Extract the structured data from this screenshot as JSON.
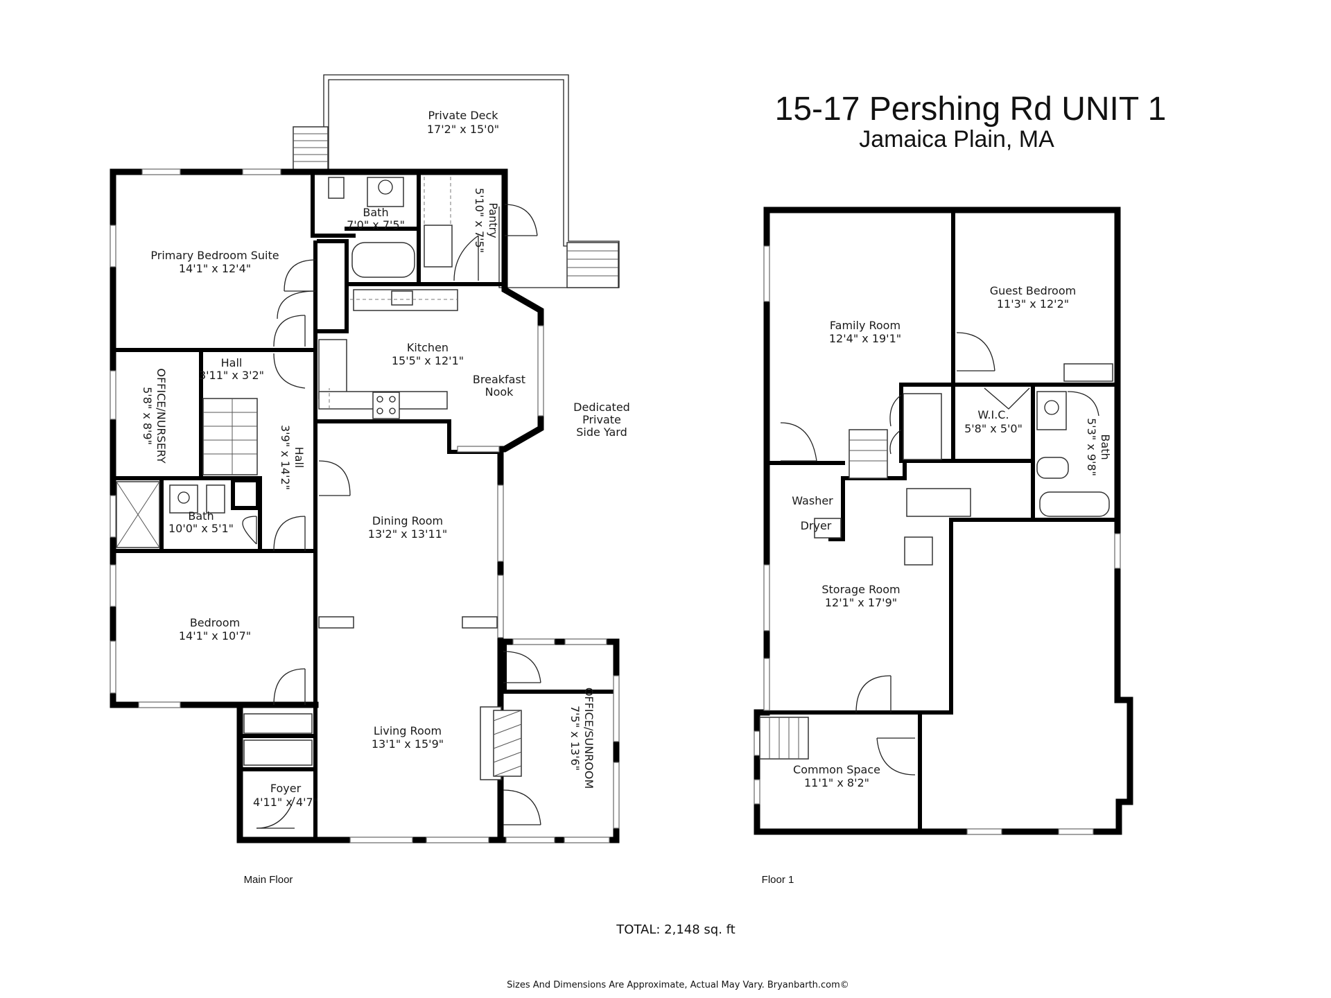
{
  "title": "15-17 Pershing Rd UNIT 1",
  "subtitle": "Jamaica Plain, MA",
  "floors": {
    "main": "Main Floor",
    "floor1": "Floor 1"
  },
  "total": "TOTAL:  2,148 sq. ft",
  "disclaimer": "Sizes And Dimensions Are Approximate, Actual May Vary. Bryanbarth.com©",
  "rooms": {
    "private_deck": {
      "name": "Private Deck",
      "dims": "17'2\" x 15'0\""
    },
    "bath_upper": {
      "name": "Bath",
      "dims": "7'0\" x 7'5\""
    },
    "pantry": {
      "name": "Pantry",
      "dims": "5'10\" x 7'5\""
    },
    "primary_bedroom": {
      "name": "Primary Bedroom Suite",
      "dims": "14'1\" x 12'4\""
    },
    "kitchen": {
      "name": "Kitchen",
      "dims": "15'5\" x 12'1\""
    },
    "breakfast_nook": {
      "name": "Breakfast",
      "name2": "Nook"
    },
    "side_yard": {
      "line1": "Dedicated",
      "line2": "Private",
      "line3": "Side Yard"
    },
    "hall_small": {
      "name": "Hall",
      "dims": "3'11\" x 3'2\""
    },
    "office_nursery": {
      "name": "OFFICE/NURSERY",
      "dims": "5'8\" x 8'9\""
    },
    "hall_long": {
      "name": "Hall",
      "dims": "3'9\" x 14'2\""
    },
    "bath_main": {
      "name": "Bath",
      "dims": "10'0\" x 5'1\""
    },
    "dining_room": {
      "name": "Dining Room",
      "dims": "13'2\" x 13'11\""
    },
    "bedroom": {
      "name": "Bedroom",
      "dims": "14'1\" x 10'7\""
    },
    "living_room": {
      "name": "Living Room",
      "dims": "13'1\" x 15'9\""
    },
    "office_sunroom": {
      "name": "OFFICE/SUNROOM",
      "dims": "7'5\" x 13'6\""
    },
    "foyer": {
      "name": "Foyer",
      "dims": "4'11\" x 4'7\""
    },
    "family_room": {
      "name": "Family Room",
      "dims": "12'4\" x 19'1\""
    },
    "guest_bedroom": {
      "name": "Guest Bedroom",
      "dims": "11'3\" x 12'2\""
    },
    "wic": {
      "name": "W.I.C.",
      "dims": "5'8\" x 5'0\""
    },
    "bath_lower": {
      "name": "Bath",
      "dims": "5'3\" x 9'8\""
    },
    "washer": {
      "name": "Washer"
    },
    "dryer": {
      "name": "Dryer"
    },
    "storage_room": {
      "name": "Storage Room",
      "dims": "12'1\" x 17'9\""
    },
    "common_space": {
      "name": "Common Space",
      "dims": "11'1\" x 8'2\""
    }
  }
}
